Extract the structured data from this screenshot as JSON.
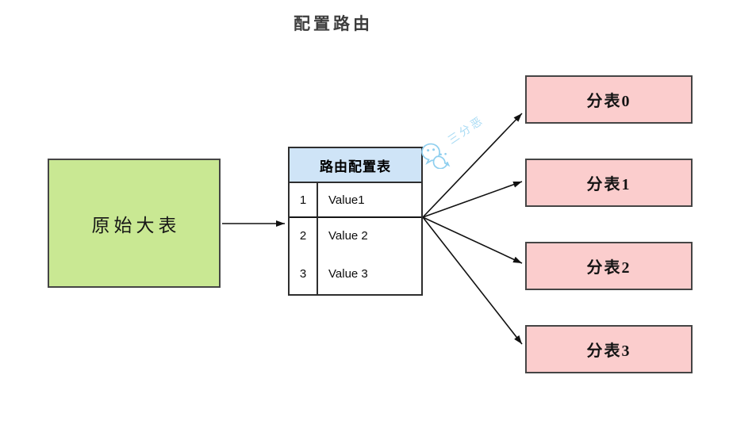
{
  "title": "配置路由",
  "source_node": {
    "label": "原始大表"
  },
  "routing_table": {
    "header": "路由配置表",
    "rows": [
      {
        "id": "1",
        "value": "Value1"
      },
      {
        "id": "2",
        "value": "Value 2"
      },
      {
        "id": "3",
        "value": "Value 3"
      }
    ]
  },
  "shards": [
    {
      "label": "分表0"
    },
    {
      "label": "分表1"
    },
    {
      "label": "分表2"
    },
    {
      "label": "分表3"
    }
  ],
  "watermark": {
    "text": "三分恶",
    "icon": "wechat-icon"
  },
  "colors": {
    "source_fill": "#c9e893",
    "table_header_fill": "#cfe4f7",
    "shard_fill": "#fbcdcd",
    "watermark_blue": "#a9dbf4",
    "border_dark": "#454545",
    "line_color": "#111111"
  }
}
